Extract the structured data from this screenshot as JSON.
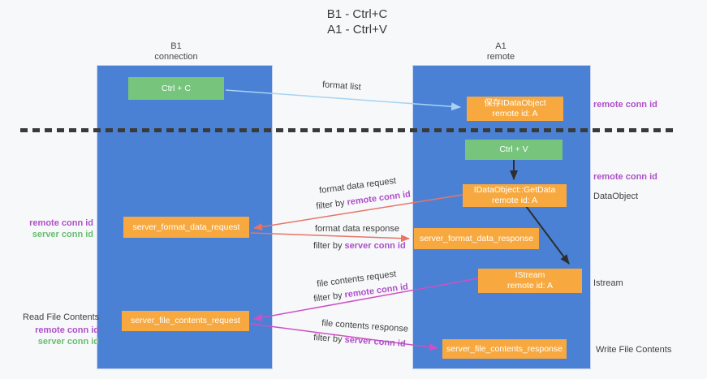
{
  "title": {
    "line1": "B1 - Ctrl+C",
    "line2": "A1 - Ctrl+V"
  },
  "lanes": {
    "left": {
      "name": "B1",
      "role": "connection"
    },
    "right": {
      "name": "A1",
      "role": "remote"
    }
  },
  "boxes": {
    "ctrl_c": {
      "label": "Ctrl + C"
    },
    "ctrl_v": {
      "label": "Ctrl + V"
    },
    "save_dataobject": {
      "line1": "保存IDataObject",
      "line2": "remote id: A"
    },
    "getdata": {
      "line1": "IDataObject::GetData",
      "line2": "remote id: A"
    },
    "istream": {
      "line1": "IStream",
      "line2": "remote id: A"
    },
    "server_format_data_request": {
      "label": "server_format_data_request"
    },
    "server_format_data_response": {
      "label": "server_format_data_response"
    },
    "server_file_contents_request": {
      "label": "server_file_contents_request"
    },
    "server_file_contents_response": {
      "label": "server_file_contents_response"
    }
  },
  "arrows": {
    "format_list": {
      "label": "format list"
    },
    "format_data_request": {
      "label": "format data request",
      "filter_prefix": "filter by ",
      "filter_key": "remote conn id"
    },
    "format_data_response": {
      "label": "format data response",
      "filter_prefix": "filter by ",
      "filter_key": "server conn id"
    },
    "file_contents_request": {
      "label": "file contents request",
      "filter_prefix": "filter by ",
      "filter_key": "remote conn id"
    },
    "file_contents_response": {
      "label": "file contents response",
      "filter_prefix": "filter by ",
      "filter_key": "server conn id"
    }
  },
  "margins": {
    "left": {
      "format_remote": "remote conn id",
      "format_server": "server conn id",
      "read_file_contents": "Read File Contents",
      "file_remote": "remote conn id",
      "file_server": "server conn id"
    },
    "right": {
      "remote_conn_id_top": "remote conn id",
      "remote_conn_id_mid": "remote conn id",
      "dataobject": "DataObject",
      "istream": "Istream",
      "write_file_contents": "Write File Contents"
    }
  },
  "colors": {
    "lane_blue": "#4a81d4",
    "box_orange": "#f7a940",
    "box_green": "#77c57d",
    "arrow_red": "#e87468",
    "arrow_magenta": "#cf50c4",
    "arrow_lightblue": "#a6d3f2",
    "arrow_black": "#2e2e2e",
    "text_purple": "#ae4fc8",
    "text_green": "#67bf6f",
    "text_dark": "#3f3f3f"
  }
}
